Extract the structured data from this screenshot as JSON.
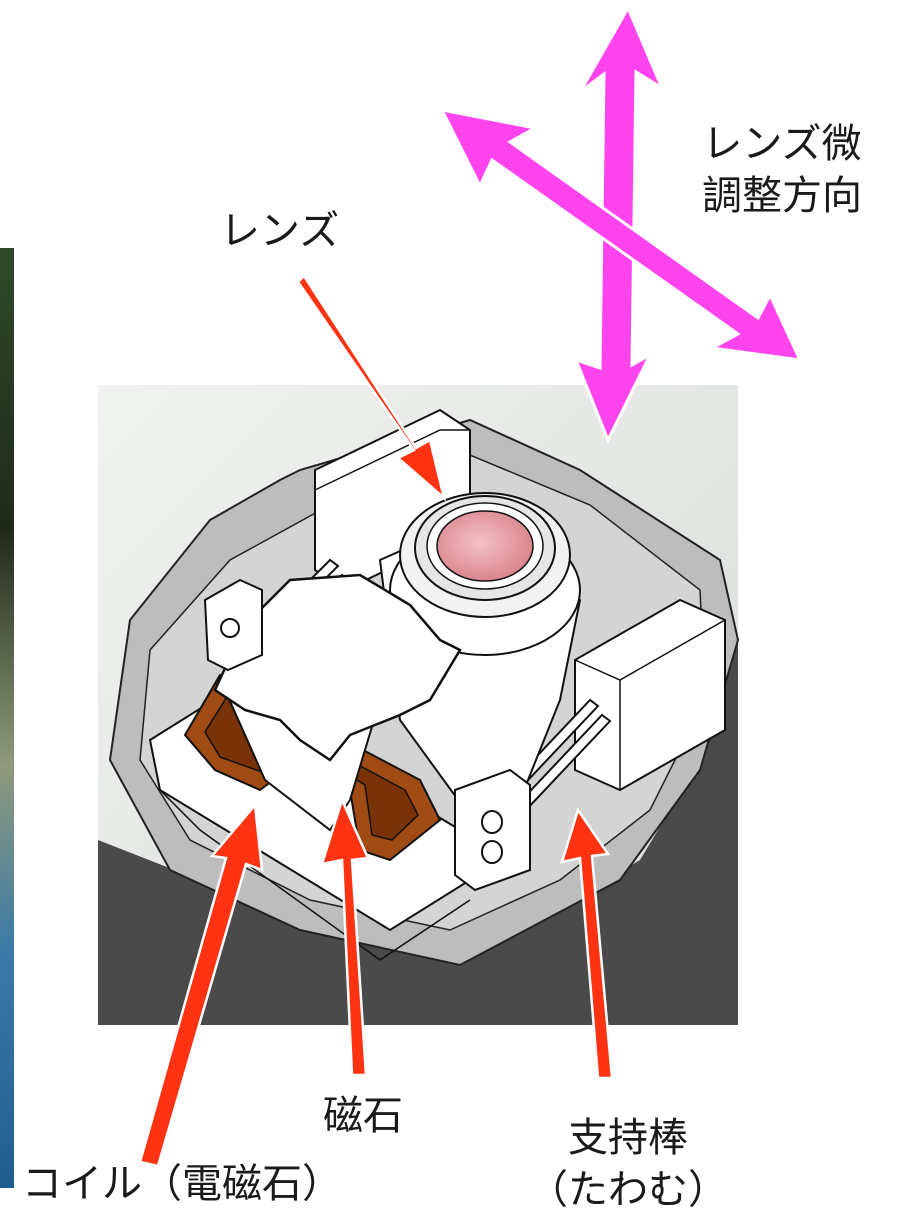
{
  "labels": {
    "lens": "レンズ",
    "adjust_line1": "レンズ微",
    "adjust_line2": "調整方向",
    "magnet": "磁石",
    "rod_line1": "支持棒",
    "rod_line2": "（たわむ）",
    "coil": "コイル（電磁石）"
  },
  "colors": {
    "callout_arrow": "#ff3311",
    "direction_arrow": "#ff44ee",
    "coil": "#a04a14",
    "lens": "#e39aa0",
    "base": "#4a4a4a"
  }
}
